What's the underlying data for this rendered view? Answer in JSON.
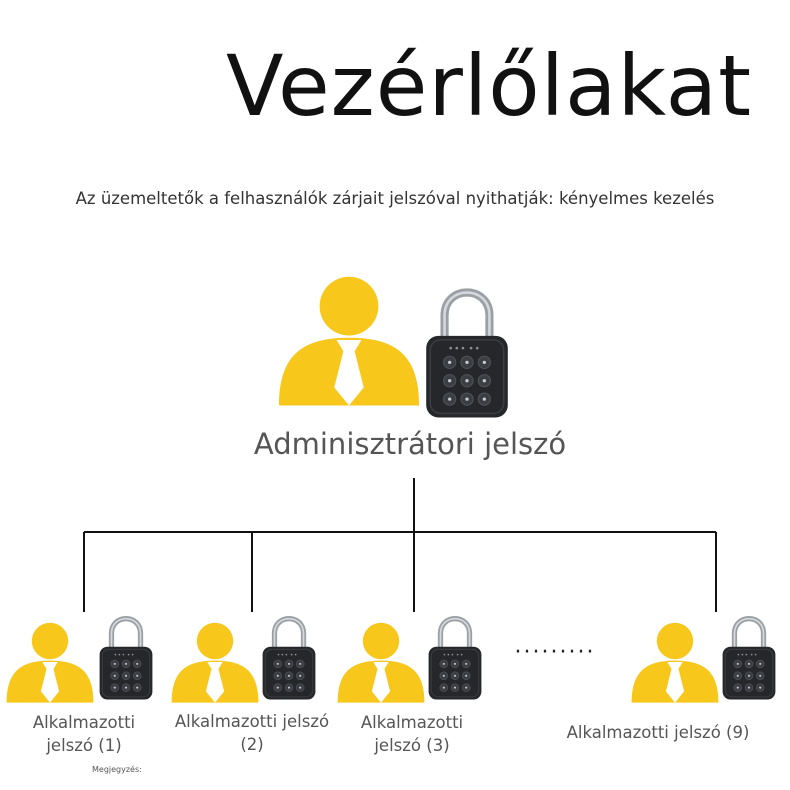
{
  "title": "Vezérlőlakat",
  "subtitle": "Az üzemeltetők a felhasználók zárjait jelszóval nyithatják: kényelmes kezelés",
  "admin": {
    "label": "Adminisztrátori jelszó"
  },
  "employees": [
    {
      "label": "Alkalmazotti jelszó (1)"
    },
    {
      "label": "Alkalmazotti jelszó (2)"
    },
    {
      "label": "Alkalmazotti jelszó (3)"
    },
    {
      "label": "Alkalmazotti jelszó (9)"
    }
  ],
  "ellipsis": "·········",
  "note": "Megjegyzés:",
  "colors": {
    "person": "#F7C81B",
    "tie": "#FFFFFF",
    "lock_body": "#25272B",
    "shackle": "#9AA0A6",
    "line": "#111111"
  },
  "icons": [
    "person-icon",
    "padlock-icon"
  ]
}
